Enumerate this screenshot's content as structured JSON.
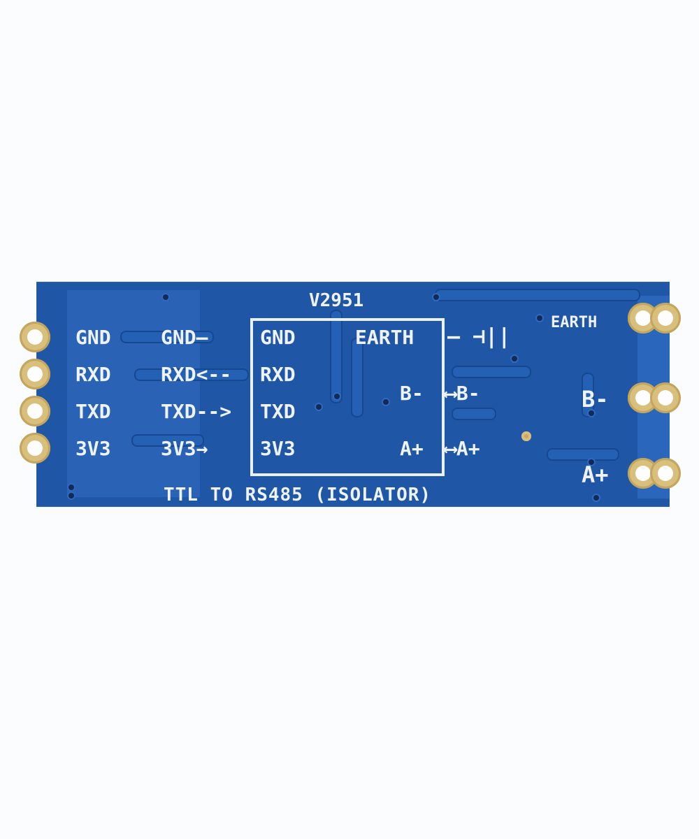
{
  "board": {
    "model": "V2951",
    "title": "TTL TO RS485 (ISOLATOR)",
    "color": "#1f56a6",
    "left_pins": [
      "GND",
      "RXD",
      "TXD",
      "3V3"
    ],
    "inner_left": [
      {
        "label": "GND",
        "arrow": "—"
      },
      {
        "label": "RXD",
        "arrow": "<--"
      },
      {
        "label": "TXD",
        "arrow": "-->"
      },
      {
        "label": "3V3",
        "arrow": "→"
      }
    ],
    "box_left": [
      "GND",
      "RXD",
      "TXD",
      "3V3"
    ],
    "box_right": [
      "EARTH",
      "B-",
      "A+"
    ],
    "outer_right": [
      {
        "label": "B-",
        "arrow": "⟷"
      },
      {
        "label": "A+",
        "arrow": "⟷"
      }
    ],
    "earth_symbol": "— ⊣||",
    "right_pins": [
      "EARTH",
      "B-",
      "A+"
    ]
  }
}
